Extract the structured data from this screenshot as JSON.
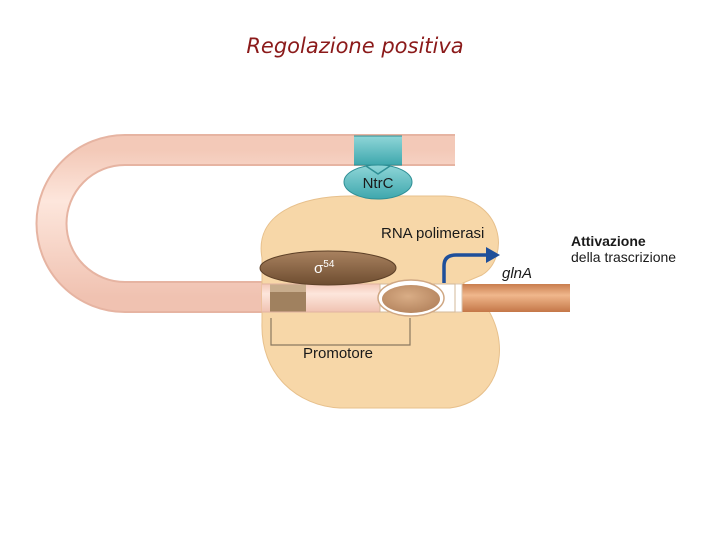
{
  "slide": {
    "title": "Regolazione positiva"
  },
  "labels": {
    "ntrc": "NtrC",
    "rna_polymerase": "RNA polimerasi",
    "sigma": "σ",
    "sigma_superscript": "54",
    "gene": "glnA",
    "activation_line1": "Attivazione",
    "activation_line2": "della trascrizione",
    "promoter": "Promotore"
  },
  "colors": {
    "dna_fill": "#fbe0d4",
    "dna_outline": "#e9b9a8",
    "polymerase": "#f7d7a8",
    "sigma_factor": "#8f6a45",
    "ntrc": "#5fbcc1",
    "arrow": "#1f4f9a",
    "gene_dna": "#e2a072",
    "title": "#8b1a1a"
  }
}
